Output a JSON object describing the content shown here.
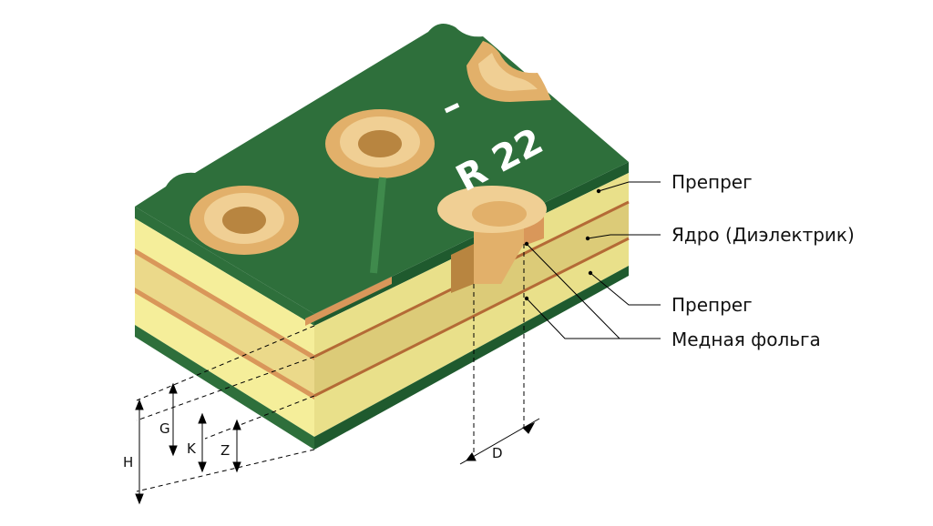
{
  "colors": {
    "mask": "#2e6f3b",
    "mask_dark": "#1f5a2e",
    "mask_edge": "#3f8a4c",
    "prepreg": "#f5ee9a",
    "prepreg_side": "#e9e08a",
    "core": "#ebd98a",
    "core_side": "#dccb78",
    "copper": "#d9975a",
    "copper_dark": "#b46a36",
    "gold": "#e2b06a",
    "gold_light": "#f0cf94",
    "gold_dark": "#b88540"
  },
  "silkscreen": {
    "mark": "–",
    "ref": "R 22"
  },
  "labels": {
    "prepreg_top": "Препрег",
    "core": "Ядро (Диэлектрик)",
    "prepreg_bottom": "Препрег",
    "copper_foil": "Медная фольга"
  },
  "dimensions": {
    "g": "G",
    "k": "K",
    "z": "Z",
    "h": "H",
    "d": "D"
  }
}
